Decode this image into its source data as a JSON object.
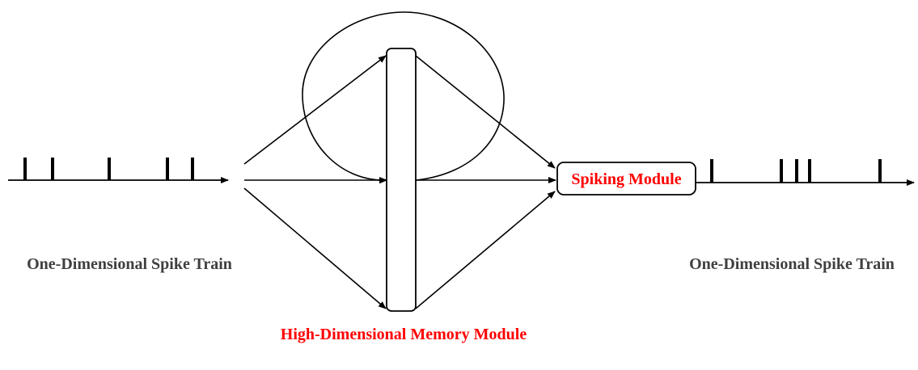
{
  "labels": {
    "input_train": "One-Dimensional Spike Train",
    "output_train": "One-Dimensional Spike Train",
    "memory_module": "High-Dimensional Memory Module",
    "spiking_module": "Spiking Module"
  },
  "colors": {
    "stroke": "#000000",
    "train_label": "#3f3f3f",
    "module_label": "#ff0000"
  }
}
